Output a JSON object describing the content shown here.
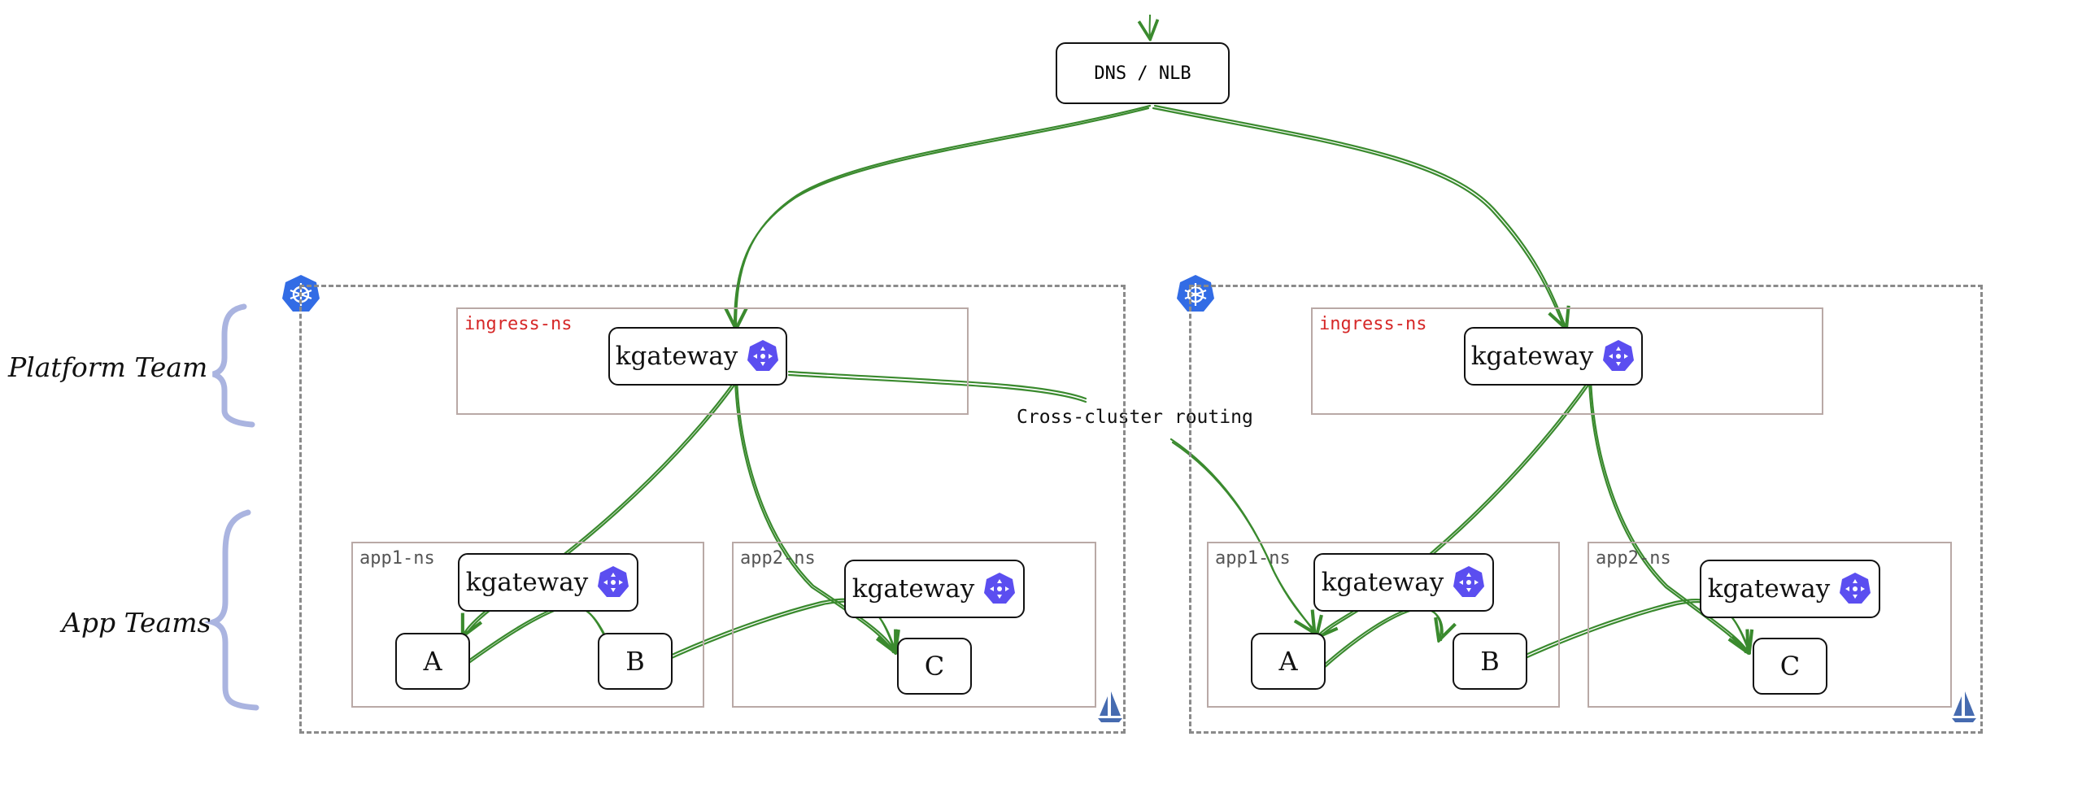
{
  "entry": {
    "label": "DNS / NLB"
  },
  "team_labels": {
    "platform": "Platform Team",
    "app": "App Teams"
  },
  "edge_label": "Cross-cluster routing",
  "clusters": [
    {
      "ingress_ns": "ingress-ns",
      "ingress_gateway": "kgateway",
      "app1": {
        "ns": "app1-ns",
        "gateway": "kgateway",
        "services": [
          "A",
          "B"
        ]
      },
      "app2": {
        "ns": "app2-ns",
        "gateway": "kgateway",
        "services": [
          "C"
        ]
      }
    },
    {
      "ingress_ns": "ingress-ns",
      "ingress_gateway": "kgateway",
      "app1": {
        "ns": "app1-ns",
        "gateway": "kgateway",
        "services": [
          "A",
          "B"
        ]
      },
      "app2": {
        "ns": "app2-ns",
        "gateway": "kgateway",
        "services": [
          "C"
        ]
      }
    }
  ],
  "icons": {
    "cluster": "kubernetes-icon",
    "gateway": "kgateway-icon",
    "mesh": "istio-sail-icon"
  },
  "colors": {
    "arrow": "#3a8a2e",
    "brace": "#aab4e0",
    "kubernetes": "#326ce5",
    "gateway": "#5b4ef0",
    "mesh": "#466bb0",
    "ns_border": "#b9a9a6",
    "namespace_ingress": "#d62828"
  }
}
